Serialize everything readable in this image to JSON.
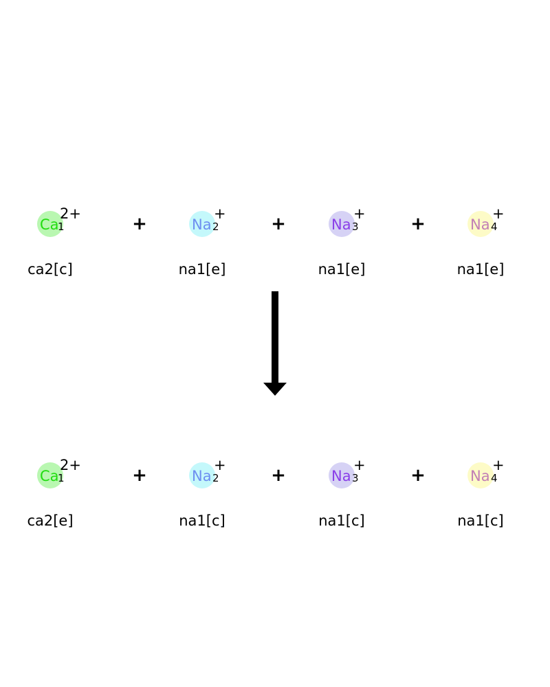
{
  "arrow_label": "",
  "reactants": [
    {
      "element": "Ca",
      "index": "1",
      "charge": "2+",
      "label": "ca2[c]",
      "fill": "#b9f7b1",
      "text_color": "#22dd11"
    },
    {
      "element": "Na",
      "index": "2",
      "charge": "+",
      "label": "na1[e]",
      "fill": "#c4f8fb",
      "text_color": "#6d8ef0"
    },
    {
      "element": "Na",
      "index": "3",
      "charge": "+",
      "label": "na1[e]",
      "fill": "#d6d2f5",
      "text_color": "#8a3fe8"
    },
    {
      "element": "Na",
      "index": "4",
      "charge": "+",
      "label": "na1[e]",
      "fill": "#fdfbc7",
      "text_color": "#c27fb5"
    }
  ],
  "products": [
    {
      "element": "Ca",
      "index": "1",
      "charge": "2+",
      "label": "ca2[e]",
      "fill": "#b9f7b1",
      "text_color": "#22dd11"
    },
    {
      "element": "Na",
      "index": "2",
      "charge": "+",
      "label": "na1[c]",
      "fill": "#c4f8fb",
      "text_color": "#6d8ef0"
    },
    {
      "element": "Na",
      "index": "3",
      "charge": "+",
      "label": "na1[c]",
      "fill": "#d6d2f5",
      "text_color": "#8a3fe8"
    },
    {
      "element": "Na",
      "index": "4",
      "charge": "+",
      "label": "na1[c]",
      "fill": "#fdfbc7",
      "text_color": "#c27fb5"
    }
  ],
  "operators": {
    "plus": "+"
  }
}
